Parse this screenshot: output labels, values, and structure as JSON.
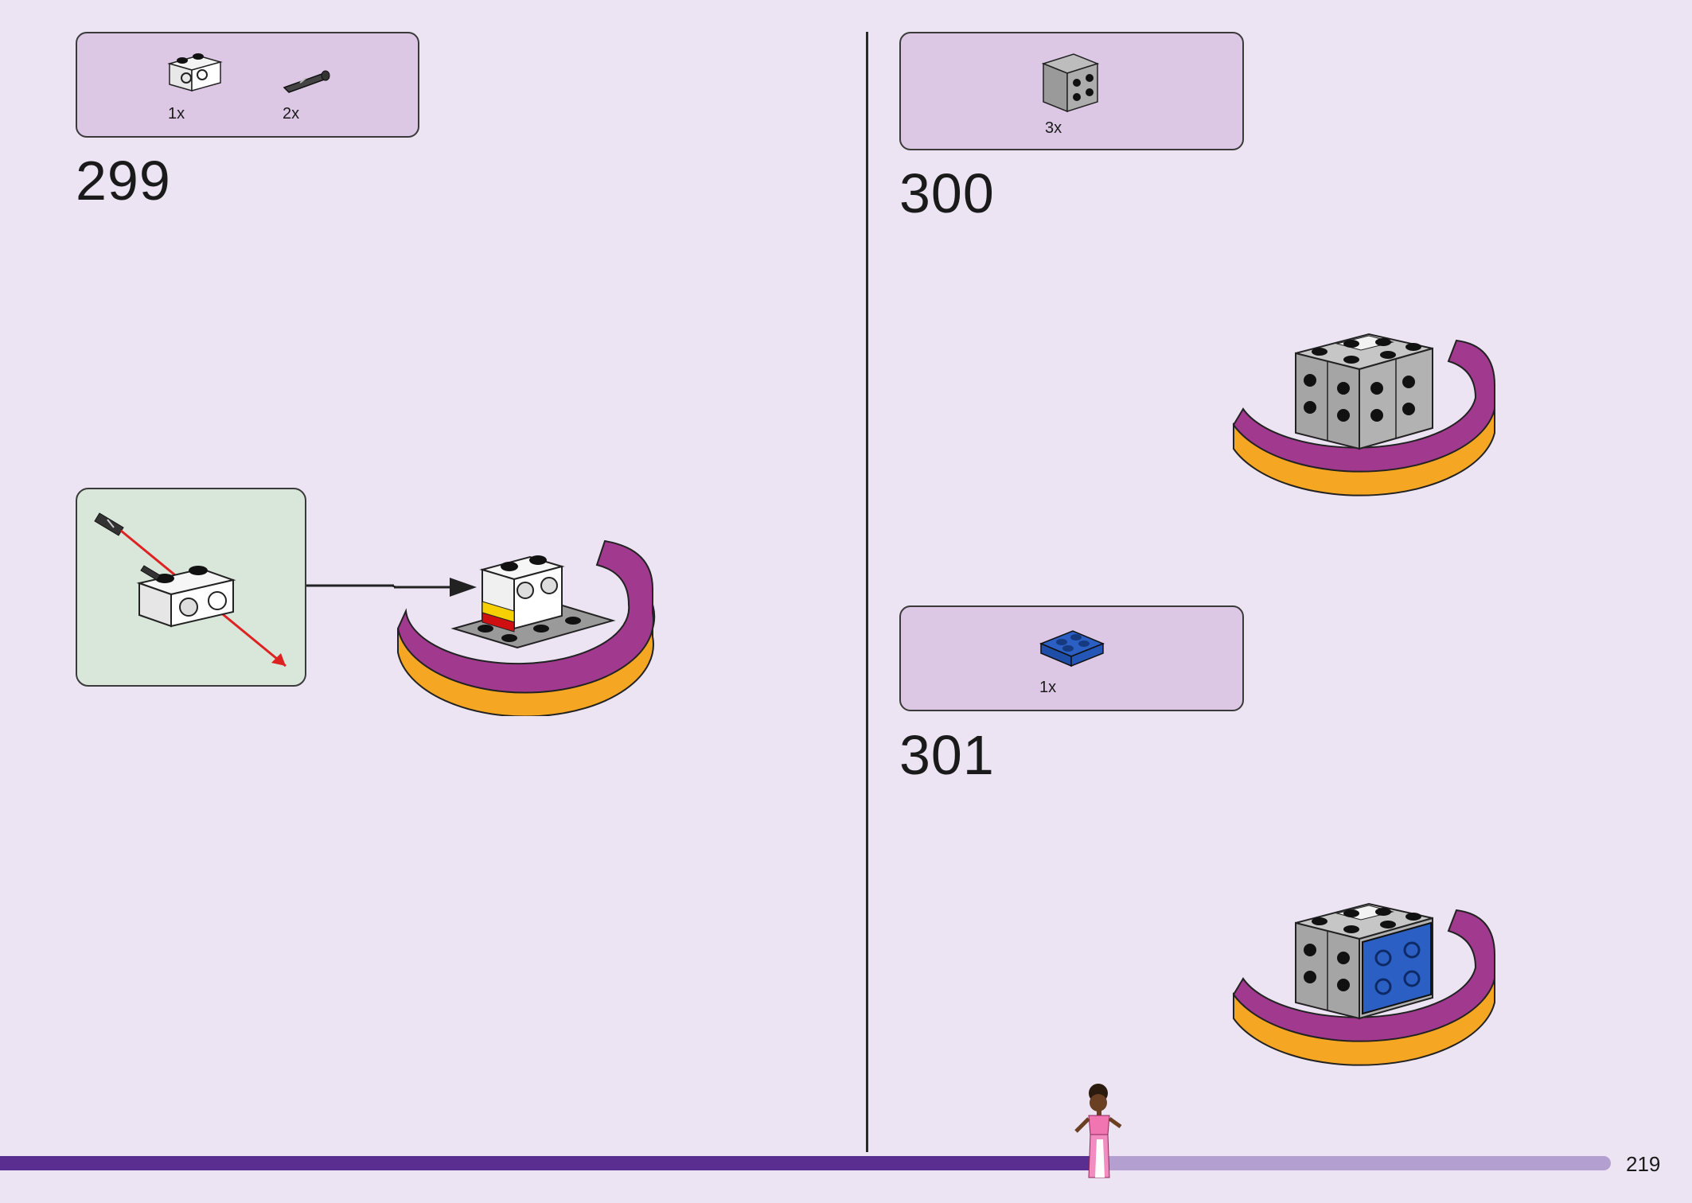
{
  "steps": [
    {
      "number": "299",
      "parts": [
        {
          "qty": "1x",
          "icon": "white-technic-brick-1x2-icon"
        },
        {
          "qty": "2x",
          "icon": "black-connector-pin-icon"
        }
      ]
    },
    {
      "number": "300",
      "parts": [
        {
          "qty": "3x",
          "icon": "gray-brick-2x2-icon"
        }
      ]
    },
    {
      "number": "301",
      "parts": [
        {
          "qty": "1x",
          "icon": "blue-plate-2x2-icon"
        }
      ]
    }
  ],
  "page": {
    "number": "219",
    "progress": 0.68
  },
  "colors": {
    "background": "#ece4f3",
    "parts_box": "#dcc8e5",
    "callout": "#d9e6da",
    "progress_fill": "#5a2d91",
    "progress_track": "#b3a0d1",
    "magenta": "#a13a8f",
    "orange": "#f5a623",
    "gray": "#a8a8a8",
    "blue": "#2b5fc4"
  }
}
